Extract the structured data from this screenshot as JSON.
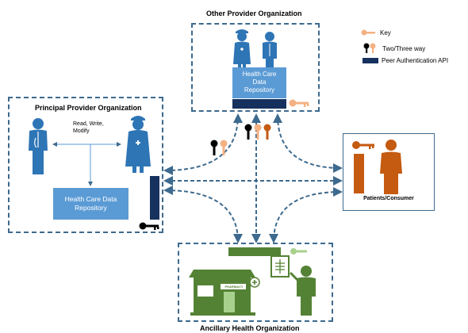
{
  "other_provider": {
    "title": "Other Provider Organization",
    "repository_line1": "Health Care",
    "repository_line2": "Data",
    "repository_line3": "Repository"
  },
  "principal_provider": {
    "title": "Principal Provider Organization",
    "access_line1": "Read, Write,",
    "access_line2": "Modify",
    "repository_line1": "Health Care Data",
    "repository_line2": "Repository"
  },
  "patients": {
    "label": "Patients/Consumer"
  },
  "ancillary": {
    "title": "Ancillary Health Organization",
    "pharmacy_sign": "PHARMACY"
  },
  "legend": {
    "key": "Key",
    "two_three_way": "Two/Three way",
    "peer_api": "Peer Authentication API"
  },
  "colors": {
    "box_border": "#3d6a8e",
    "repository": "#5b9bd5",
    "api_bar": "#17315e",
    "doctor_blue": "#2e75b6",
    "patient_orange": "#c55a11",
    "ancillary_green": "#548235",
    "key_gold": "#f4b183"
  }
}
